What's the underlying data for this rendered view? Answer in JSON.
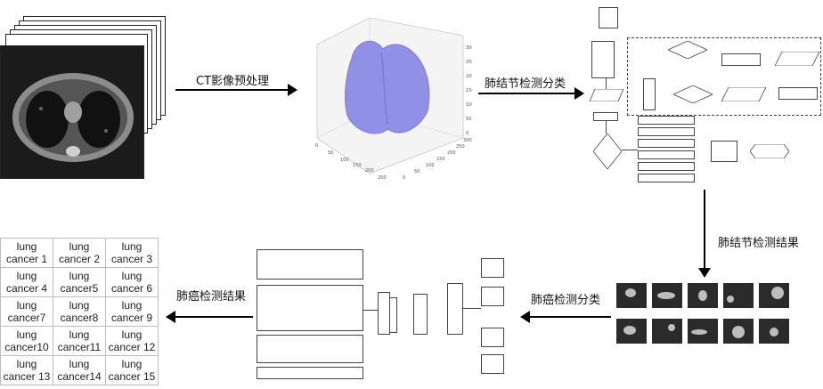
{
  "steps": {
    "preprocess_label": "CT影像预处理",
    "nodule_detect_classify_label": "肺结节检测分类",
    "nodule_detect_result_label": "肺结节检测结果",
    "cancer_detect_classify_label": "肺癌检测分类",
    "cancer_detect_result_label": "肺癌检测结果"
  },
  "lung3d": {
    "z_ticks": [
      "300",
      "250",
      "200",
      "150",
      "100",
      "50",
      "0"
    ],
    "x_ticks": [
      "0",
      "50",
      "100",
      "150",
      "200",
      "250"
    ],
    "y_ticks": [
      "0",
      "50",
      "100",
      "150",
      "200",
      "250",
      "300"
    ],
    "color": "#8f90e6"
  },
  "results_table": [
    [
      "lung cancer 1",
      "lung cancer 2",
      "lung cancer 3"
    ],
    [
      "lung cancer 4",
      "lung cancer5",
      "lung cancer 6"
    ],
    [
      "lung cancer7",
      "lung cancer8",
      "lung cancer 9"
    ],
    [
      "lung cancer10",
      "lung cancer11",
      "lung cancer 12"
    ],
    [
      "lung cancer 13",
      "lung cancer14",
      "lung cancer 15"
    ]
  ]
}
